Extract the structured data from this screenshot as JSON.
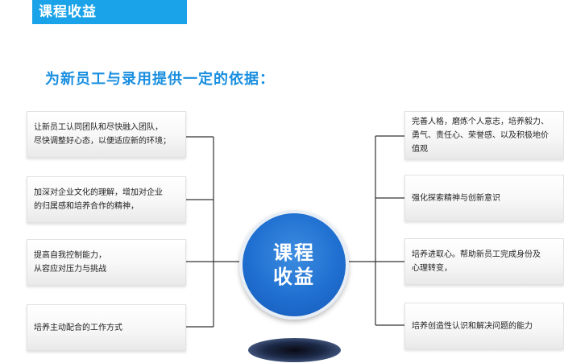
{
  "header": {
    "title": "课程收益"
  },
  "subtitle": "为新员工与录用提供一定的依据：",
  "center": {
    "line1": "课程",
    "line2": "收益"
  },
  "left_items": [
    {
      "line1": "让新员工认同团队和尽快融入团队，",
      "line2": "尽快调整好心态，以便适应新的环境；"
    },
    {
      "line1": "加深对企业文化的理解，增加对企业",
      "line2": "的归属感和培养合作的精神，"
    },
    {
      "line1": "提高自我控制能力，",
      "line2": "从容应对压力与挑战"
    },
    {
      "line1": "培养主动配合的工作方式",
      "line2": ""
    }
  ],
  "right_items": [
    {
      "line1": "完善人格，磨炼个人意志，培养毅力、",
      "line2": "勇气、责任心、荣誉感、以及积极地价",
      "line3": "值观"
    },
    {
      "line1": "强化探索精神与创新意识",
      "line2": "",
      "line3": ""
    },
    {
      "line1": "培养进取心。帮助新员工完成身份及",
      "line2": "心理转变，",
      "line3": ""
    },
    {
      "line1": "培养创造性认识和解决问题的能力",
      "line2": "",
      "line3": ""
    }
  ],
  "colors": {
    "title_bar": "#1aa3e8",
    "subtitle": "#1a8fe0",
    "circle": "#1f6fd1",
    "connector": "#333333"
  }
}
